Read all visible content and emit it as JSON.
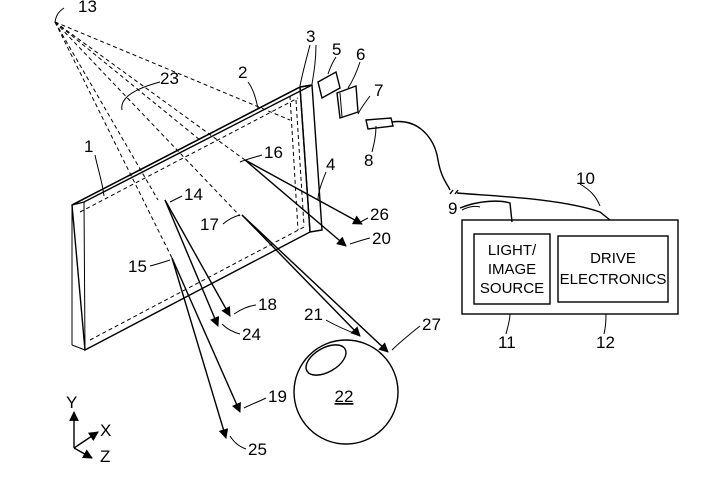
{
  "labels": {
    "l1": "1",
    "l2": "2",
    "l3": "3",
    "l4": "4",
    "l5": "5",
    "l6": "6",
    "l7": "7",
    "l8": "8",
    "l9": "9",
    "l10": "10",
    "l11": "11",
    "l12": "12",
    "l13": "13",
    "l14": "14",
    "l15": "15",
    "l16": "16",
    "l17": "17",
    "l18": "18",
    "l19": "19",
    "l20": "20",
    "l21": "21",
    "l22": "22",
    "l23": "23",
    "l24": "24",
    "l25": "25",
    "l26": "26",
    "l27": "27"
  },
  "source_box": {
    "line1": "LIGHT/",
    "line2": "IMAGE",
    "line3": "SOURCE"
  },
  "drive_box": {
    "line1": "DRIVE",
    "line2": "ELECTRONICS"
  },
  "axes": {
    "y": "Y",
    "x": "X",
    "z": "Z"
  }
}
